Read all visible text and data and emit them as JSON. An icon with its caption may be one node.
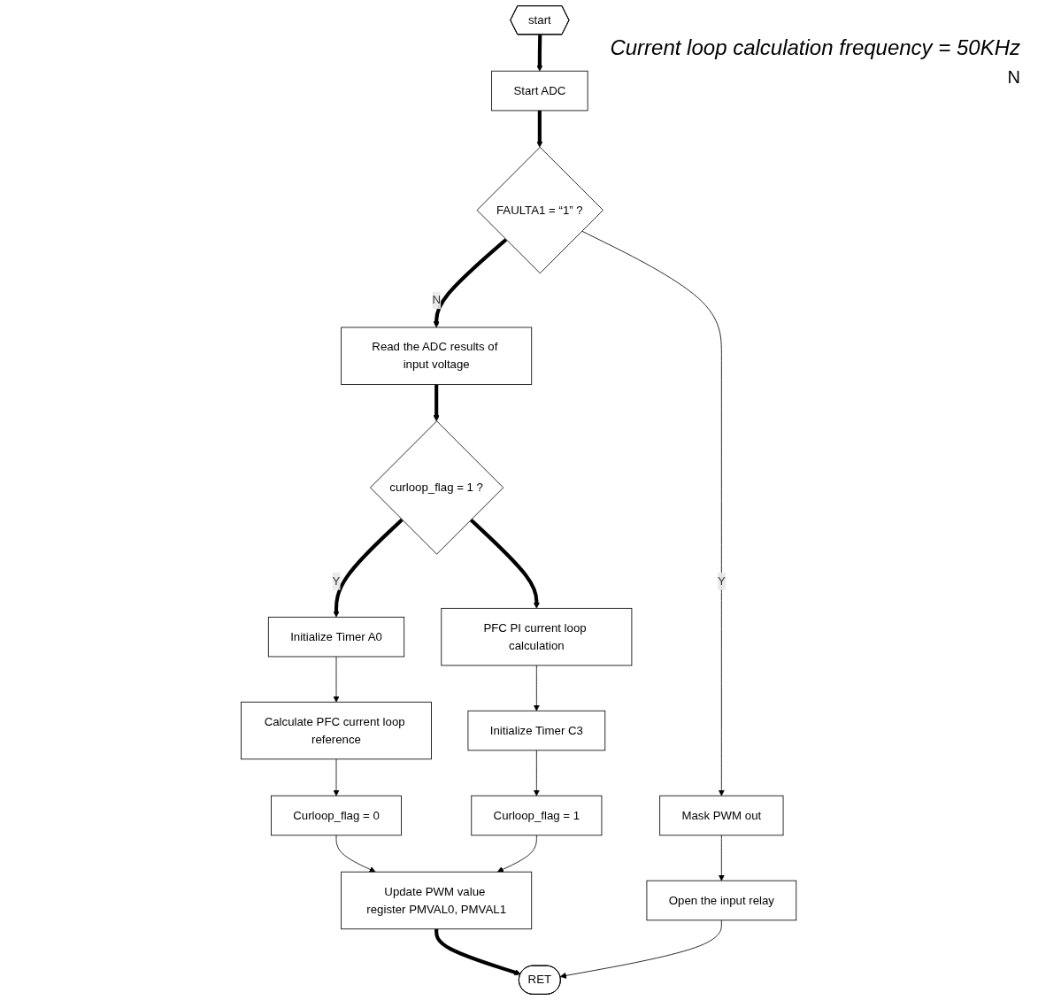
{
  "diagram": {
    "nodes": [
      {
        "text": [
          "start"
        ]
      },
      {
        "text": [
          "Start ADC"
        ]
      },
      {
        "text": [
          "FAULTA1 = “1” ?"
        ]
      },
      {
        "text": [
          "Read the ADC results of input voltage"
        ]
      },
      {
        "text": [
          "curloop_flag = 1 ?"
        ]
      },
      {
        "text": [
          "Initialize Timer A0"
        ]
      },
      {
        "text": [
          "Calculate PFC current loop reference"
        ]
      },
      {
        "text": [
          "Curloop_flag = 0"
        ]
      },
      {
        "text": [
          "PFC PI current loop calculation"
        ]
      },
      {
        "text": [
          "Initialize Timer C3"
        ]
      },
      {
        "text": [
          "Curloop_flag = 1"
        ]
      },
      {
        "text": [
          "Mask PWM out"
        ]
      },
      {
        "text": [
          "Open the input relay"
        ]
      },
      {
        "text": [
          "Update PWM value register PMVAL0, PMVAL1"
        ]
      },
      {
        "text": [
          "RET"
        ]
      }
    ],
    "edges": [
      {
        "from": 0,
        "to": 1,
        "arrow": "to",
        "style": "thick"
      },
      {
        "from": 1,
        "to": 2,
        "arrow": "to",
        "style": "thick"
      },
      {
        "from": 2,
        "to": 3,
        "label": "N",
        "arrow": "to",
        "style": "thick"
      },
      {
        "from": 2,
        "to": 11,
        "label": "Y",
        "arrow": "to"
      },
      {
        "from": 3,
        "to": 4,
        "arrow": "to",
        "style": "thick"
      },
      {
        "from": 4,
        "to": 5,
        "label": "Y",
        "arrow": "to",
        "style": "thick"
      },
      {
        "from": 4,
        "to": 8,
        "arrow": "to",
        "style": "thick"
      },
      {
        "from": 5,
        "to": 6,
        "arrow": "to"
      },
      {
        "from": 6,
        "to": 7,
        "arrow": "to"
      },
      {
        "from": 8,
        "to": 9,
        "arrow": "to"
      },
      {
        "from": 9,
        "to": 10,
        "arrow": "to"
      },
      {
        "from": 7,
        "to": 13,
        "arrow": "to"
      },
      {
        "from": 10,
        "to": 13,
        "arrow": "to"
      },
      {
        "from": 11,
        "to": 12,
        "arrow": "to"
      },
      {
        "from": 13,
        "to": 14,
        "arrow": "to",
        "style": "thick"
      },
      {
        "from": 12,
        "to": 14,
        "arrow": "to"
      }
    ],
    "labels": [
      "Current loop calculation frequency = 50KHz",
      "N"
    ]
  }
}
